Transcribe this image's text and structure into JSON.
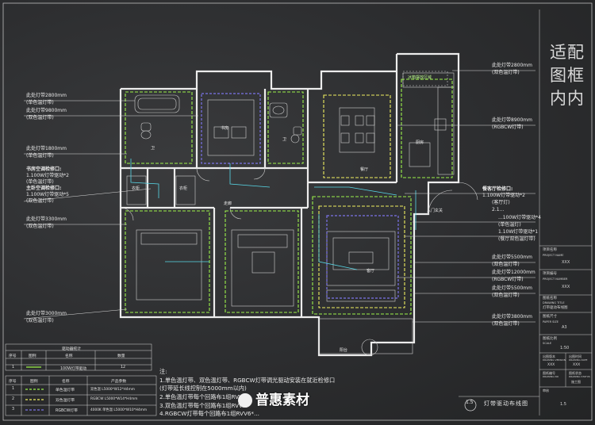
{
  "title_block": {
    "placeholder_text": "适配图框内内",
    "project_name_label": "项目名称",
    "project_name_en": "PROJECT NAME",
    "project_name_value": "XXX",
    "project_no_label": "项目编号",
    "project_no_en": "PROJECT NUMBER",
    "project_no_value": "XXX",
    "drawing_name_label": "图纸名称",
    "drawing_name_en": "DRAWING TITLE",
    "drawing_name_value": "灯带驱动布线图",
    "paper_size_label": "图纸尺寸",
    "paper_size_en": "PAPER SIZE",
    "paper_size_value": "A3",
    "scale_label": "图纸比例",
    "scale_en": "SCALE",
    "scale_value": "1:50",
    "version_label": "出图版本",
    "version_en": "DRAWING VERSION",
    "version_value": "XXX",
    "date_label": "出图时间",
    "date_en": "DRAWING DATE",
    "date_value": "XXX",
    "drawing_no_label": "图纸编号",
    "drawing_no_en": "DRAWING NO",
    "drawing_no_value": "1.5",
    "status_label": "图纸状态",
    "status_en": "DRAWING STATUS",
    "status_value": "施工图",
    "audit_label": "审核"
  },
  "sheet": {
    "number": "1.5",
    "title": "灯带驱动布线图"
  },
  "left_annotations": [
    {
      "line1": "此处灯带2800mm",
      "line2": "(单色温灯带)"
    },
    {
      "line1": "此处灯带9800mm",
      "line2": "(双色温灯带)"
    },
    {
      "line1": "此处灯带1800mm",
      "line2": "(单色温灯带)"
    },
    {
      "line1": "书房空调检修口:",
      "line2": "1.100W灯带驱动*2"
    },
    {
      "line1": "(单色温灯带)",
      "line2": "主卧空调检修口:"
    },
    {
      "line1": "1.100W灯带驱动*5",
      "line2": "(双色温灯带)"
    },
    {
      "line1": "此处灯带3300mm",
      "line2": "(双色温灯带)"
    },
    {
      "line1": "此处灯带3000mm",
      "line2": "(双色温灯带)"
    }
  ],
  "right_annotations": [
    {
      "line1": "此处灯带2800mm",
      "line2": "(双色温灯带)"
    },
    {
      "line1": "此处灯带8900mm",
      "line2": "(RGBCW灯带)"
    },
    {
      "line1": "餐客厅检修口:",
      "line2": "1.100W灯带驱动*2"
    },
    {
      "line1": "(客厅灯)",
      "line2": "2.1..."
    },
    {
      "line1": "...100W灯带驱动*4",
      "line2": "(单色温灯)"
    },
    {
      "line1": "1.10W灯带驱动*1",
      "line2": "(餐厅双色温灯带)"
    },
    {
      "line1": "此处灯带5500mm",
      "line2": "(双色温灯带)"
    },
    {
      "line1": "此处灯带12000mm",
      "line2": "(RGBCW灯带)"
    },
    {
      "line1": "此处灯带5500mm",
      "line2": "(双色温灯带)"
    },
    {
      "line1": "此处灯带3800mm",
      "line2": "(双色温灯带)"
    }
  ],
  "rooms": {
    "study": "书房",
    "bath1": "卫",
    "bath2": "卫",
    "dining": "餐厅",
    "kitchen": "厨房",
    "corridor": "走廊",
    "living": "客厅",
    "entrance": "入门玄关",
    "balcony": "阳台",
    "wardrobe_a": "衣柜",
    "wardrobe_b": "衣柜",
    "fridge_zone": "冰箱摆放区域"
  },
  "driver_table": {
    "title": "驱动器统计",
    "headers": [
      "序号",
      "图例",
      "名称",
      "数量"
    ],
    "rows": [
      [
        "1",
        "",
        "100W灯带驱动",
        "12"
      ]
    ]
  },
  "strip_table": {
    "headers": [
      "序号",
      "图例",
      "名称",
      "产品参数"
    ],
    "rows": [
      [
        "1",
        "",
        "单色温灯带",
        "双色温 L5000*W12*H4mm"
      ],
      [
        "2",
        "",
        "双色温灯带",
        "RGBCW L5000*W14*H4mm"
      ],
      [
        "3",
        "",
        "RGBCW灯带",
        "4000K 单色温 L5000*W10*H4mm"
      ]
    ]
  },
  "notes": {
    "title": "注:",
    "lines": [
      "1.单色温灯带、双色温灯带、RGBCW灯带调光驱动安装在就近检修口",
      "(灯带延长线控制在5000mm以内)",
      "2.单色温灯带每个回路布1组RVV...",
      "3.双色温灯带每个回路布1组RVV...",
      "4.RGBCW灯带每个回路布1组RVV6*..."
    ]
  },
  "watermark": "普惠素材",
  "colors": {
    "background": "#2c2d2f",
    "wall": "#e9e9e9",
    "single_strip": "#9cf24a",
    "dual_strip": "#f0ef60",
    "rgbcw_strip": "#7b73e8",
    "route": "#58d8e8"
  }
}
